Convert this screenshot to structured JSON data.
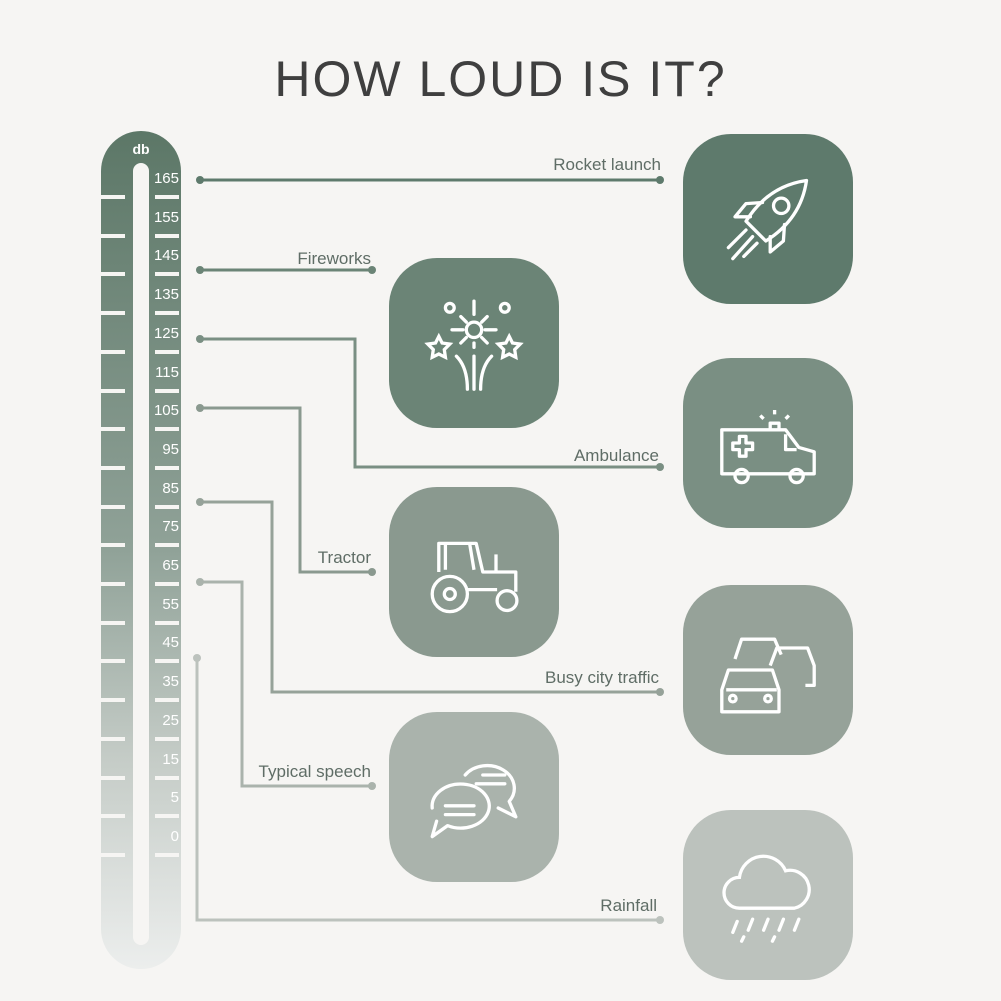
{
  "title": "HOW LOUD IS IT?",
  "scale": {
    "unit": "db",
    "ticks": [
      "165",
      "155",
      "145",
      "135",
      "125",
      "115",
      "105",
      "95",
      "85",
      "75",
      "65",
      "55",
      "45",
      "35",
      "25",
      "15",
      "5",
      "0"
    ]
  },
  "items": [
    {
      "label": "Rocket launch",
      "icon": "rocket-icon",
      "color": "#5e7a6c"
    },
    {
      "label": "Fireworks",
      "icon": "fireworks-icon",
      "color": "#6b8476"
    },
    {
      "label": "Ambulance",
      "icon": "ambulance-icon",
      "color": "#7a8f83"
    },
    {
      "label": "Tractor",
      "icon": "tractor-icon",
      "color": "#8a998f"
    },
    {
      "label": "Busy city traffic",
      "icon": "traffic-icon",
      "color": "#96a299"
    },
    {
      "label": "Typical speech",
      "icon": "speech-bubbles-icon",
      "color": "#aab3ac"
    },
    {
      "label": "Rainfall",
      "icon": "rain-cloud-icon",
      "color": "#bcc2bd"
    }
  ]
}
